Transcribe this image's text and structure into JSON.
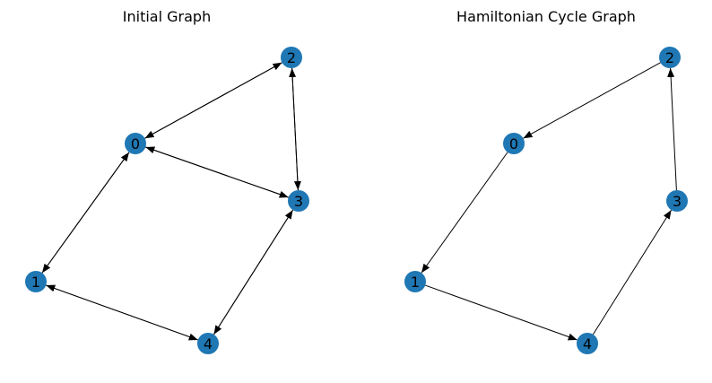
{
  "figure": {
    "node_color": "#1f77b4",
    "edge_color": "#000000",
    "label_color": "#000000"
  },
  "graphs": [
    {
      "title": "Initial Graph",
      "nodes": [
        "0",
        "1",
        "2",
        "3",
        "4"
      ],
      "edges": [
        [
          "0",
          "2"
        ],
        [
          "2",
          "0"
        ],
        [
          "0",
          "3"
        ],
        [
          "3",
          "0"
        ],
        [
          "0",
          "1"
        ],
        [
          "1",
          "0"
        ],
        [
          "2",
          "3"
        ],
        [
          "3",
          "2"
        ],
        [
          "3",
          "4"
        ],
        [
          "4",
          "3"
        ],
        [
          "1",
          "4"
        ],
        [
          "4",
          "1"
        ]
      ]
    },
    {
      "title": "Hamiltonian Cycle Graph",
      "nodes": [
        "0",
        "1",
        "2",
        "3",
        "4"
      ],
      "edges": [
        [
          "0",
          "1"
        ],
        [
          "1",
          "4"
        ],
        [
          "4",
          "3"
        ],
        [
          "3",
          "2"
        ],
        [
          "2",
          "0"
        ]
      ]
    }
  ]
}
